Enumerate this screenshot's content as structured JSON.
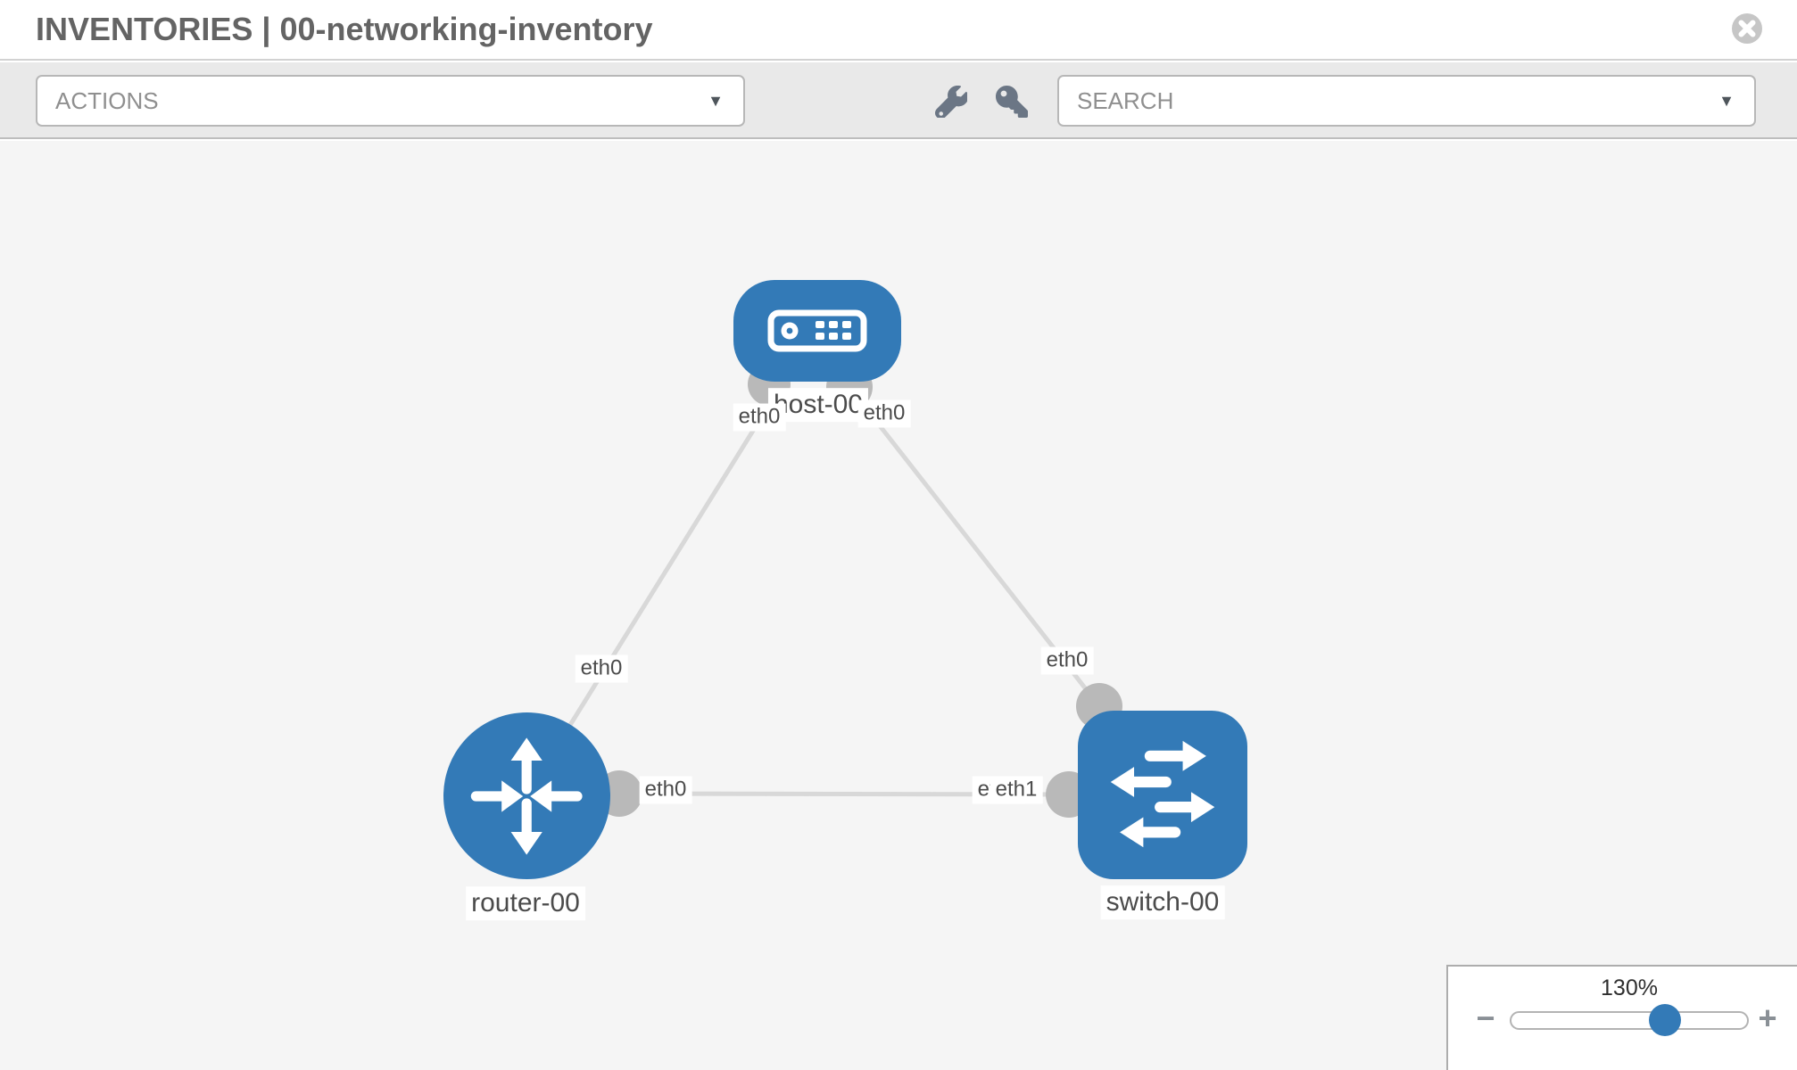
{
  "header": {
    "title": "INVENTORIES | 00-networking-inventory",
    "close_icon": "x-circle"
  },
  "toolbar": {
    "actions_dropdown": {
      "label": "ACTIONS",
      "caret_icon": "▼"
    },
    "search_dropdown": {
      "label": "SEARCH",
      "caret_icon": "▼"
    },
    "tools": [
      {
        "icon": "wrench-icon"
      },
      {
        "icon": "key-icon"
      }
    ]
  },
  "topology": {
    "nodes": [
      {
        "id": "host-00",
        "device_type": "host",
        "label": "host-00"
      },
      {
        "id": "router-00",
        "device_type": "router",
        "label": "router-00"
      },
      {
        "id": "switch-00",
        "device_type": "switch",
        "label": "switch-00"
      }
    ],
    "links": [
      {
        "source": "router-00",
        "target": "host-00",
        "source_interface": "eth0",
        "target_interface": "eth0"
      },
      {
        "source": "host-00",
        "target": "switch-00",
        "source_interface": "eth0",
        "target_interface": "eth0"
      },
      {
        "source": "router-00",
        "target": "switch-00",
        "source_interface": "eth0",
        "target_interface": "eth1"
      }
    ],
    "interface_labels": [
      {
        "text": "eth0"
      },
      {
        "text": "eth0"
      },
      {
        "text": "eth0"
      },
      {
        "text": "eth0"
      },
      {
        "text": "eth0"
      },
      {
        "text": "eth0"
      },
      {
        "text": "eth1"
      }
    ]
  },
  "zoom_control": {
    "level": "130%",
    "minus_icon": "−",
    "plus_icon": "+"
  },
  "colors": {
    "node_fill": "#337ab7",
    "link": "#d8d8d8",
    "interface_port": "#b9b9b9",
    "canvas_bg": "#f5f5f5",
    "toolbar_bg": "#e9e9e9",
    "slider_thumb": "#337ab7"
  }
}
